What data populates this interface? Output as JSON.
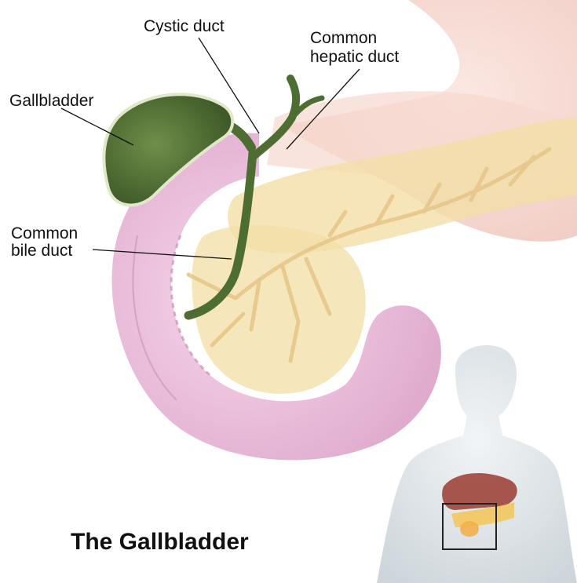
{
  "title": "The Gallbladder",
  "labels": {
    "cystic_duct": "Cystic duct",
    "common_hepatic_duct_line1": "Common",
    "common_hepatic_duct_line2": "hepatic duct",
    "gallbladder": "Gallbladder",
    "common_bile_duct_line1": "Common",
    "common_bile_duct_line2": "bile duct"
  },
  "colors": {
    "gallbladder": "#5a7a3a",
    "duct": "#4e6d32",
    "duodenum": "#e9b9d9",
    "pancreas": "#f2dfa8",
    "stomach": "#f4cfc6",
    "body": "#dfe6ea",
    "liver": "#9a3b2f",
    "inset_box": "#222222"
  },
  "icons": {
    "anatomy": "gallbladder-anatomy-illustration",
    "inset": "human-torso-locator-icon"
  }
}
